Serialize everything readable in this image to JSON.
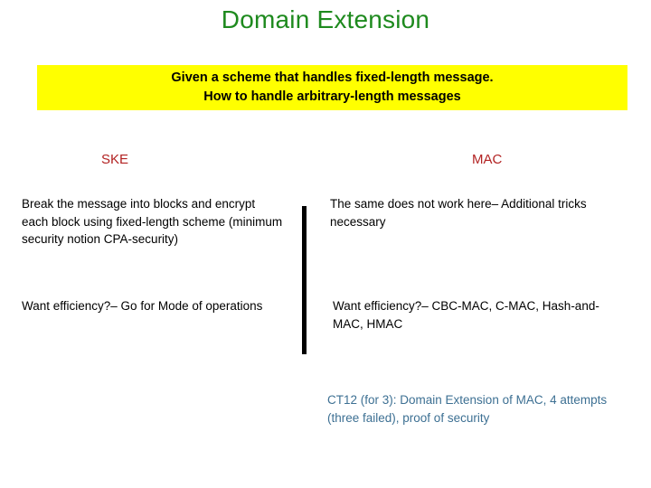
{
  "slide": {
    "title": "Domain Extension",
    "title_color": "#1E8A1E",
    "background_color": "#FFFFFF"
  },
  "banner": {
    "background_color": "#FFFF00",
    "text_color": "#000000",
    "lines": [
      "Given a scheme that handles fixed-length message.",
      "How to handle arbitrary-length messages"
    ]
  },
  "columns": {
    "header_color": "#B22222",
    "left": {
      "header": "SKE",
      "paragraphs": [
        "Break the message into blocks and encrypt each block using fixed-length scheme (minimum security notion CPA-security)",
        "Want efficiency?– Go for Mode of operations"
      ]
    },
    "right": {
      "header": "MAC",
      "paragraphs": [
        "The same does not work here– Additional tricks necessary",
        "Want efficiency?– CBC-MAC, C-MAC, Hash-and-MAC, HMAC"
      ]
    }
  },
  "divider": {
    "color": "#000000"
  },
  "footnote": {
    "text": "CT12 (for 3): Domain Extension of MAC, 4 attempts (three failed), proof of security",
    "color": "#3D7093"
  }
}
